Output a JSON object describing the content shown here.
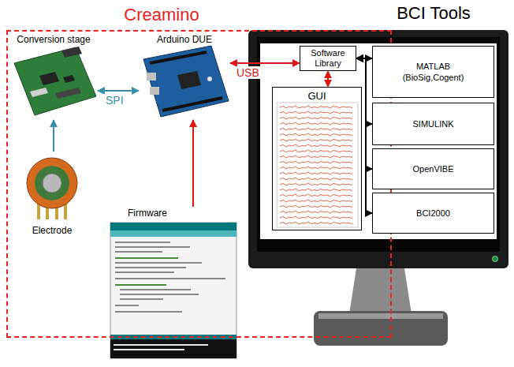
{
  "diagram": {
    "nodes": [
      {
        "text": [
          "Creamino"
        ]
      },
      {
        "text": [
          "Conversion stage"
        ],
        "in": 0
      },
      {
        "text": [
          "Arduino DUE"
        ],
        "in": 0
      },
      {
        "text": [
          "Electrode"
        ],
        "in": 0
      },
      {
        "text": [
          "Firmware"
        ],
        "in": 0
      },
      {
        "text": [
          "BCI Tools"
        ]
      },
      {
        "text": [
          "Software Library"
        ],
        "in": 5
      },
      {
        "text": [
          "GUI"
        ],
        "in": 5
      },
      {
        "text": [
          "MATLAB (BioSig,Cogent)"
        ],
        "in": 5
      },
      {
        "text": [
          "SIMULINK"
        ],
        "in": 5
      },
      {
        "text": [
          "OpenVIBE"
        ],
        "in": 5
      },
      {
        "text": [
          "BCI2000"
        ],
        "in": 5
      }
    ],
    "edges": [
      {
        "from": 1,
        "to": 2,
        "label": "SPI",
        "arrow": "both"
      },
      {
        "from": 3,
        "to": 1,
        "arrow": "to"
      },
      {
        "from": 4,
        "to": 2,
        "arrow": "to"
      },
      {
        "from": 2,
        "to": 6,
        "label": "USB",
        "arrow": "both"
      },
      {
        "from": 6,
        "to": 7,
        "arrow": "both"
      },
      {
        "from": 6,
        "to": 8,
        "arrow": "both"
      },
      {
        "from": 6,
        "to": 9,
        "arrow": "both"
      },
      {
        "from": 6,
        "to": 10,
        "arrow": "both"
      },
      {
        "from": 6,
        "to": 11,
        "arrow": "both"
      }
    ]
  }
}
